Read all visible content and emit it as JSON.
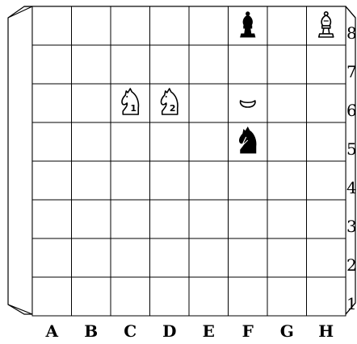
{
  "board": {
    "files": [
      "A",
      "B",
      "C",
      "D",
      "E",
      "F",
      "G",
      "H"
    ],
    "ranks": [
      "8",
      "7",
      "6",
      "5",
      "4",
      "3",
      "2",
      "1"
    ],
    "pieces": [
      {
        "square": "F8",
        "type": "bishop",
        "color": "black",
        "label": ""
      },
      {
        "square": "H8",
        "type": "bishop",
        "color": "white",
        "label": ""
      },
      {
        "square": "C6",
        "type": "knight",
        "color": "white",
        "label": "1"
      },
      {
        "square": "D6",
        "type": "knight",
        "color": "white",
        "label": "2"
      },
      {
        "square": "F6",
        "type": "pawn-fragment",
        "color": "white",
        "label": ""
      },
      {
        "square": "F5",
        "type": "knight",
        "color": "black",
        "label": ""
      }
    ]
  },
  "colors": {
    "background": "#ffffff",
    "lines": "#000000",
    "white_piece_fill": "#ffffff",
    "black_piece_fill": "#000000"
  }
}
